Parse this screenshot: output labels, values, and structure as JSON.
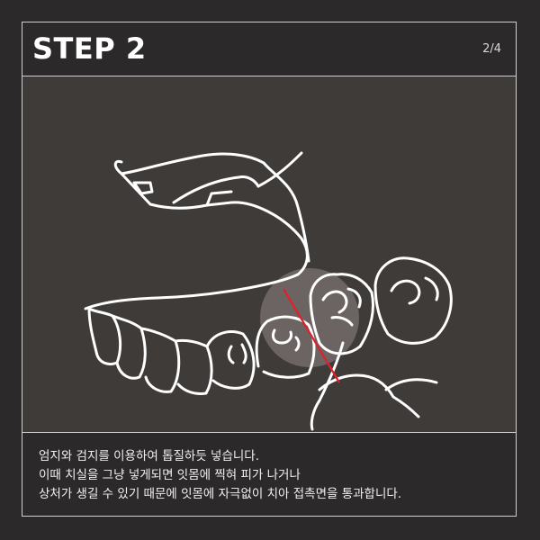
{
  "header": {
    "title": "STEP 2",
    "page_indicator": "2/4"
  },
  "illustration": {
    "icon": "flossing-teeth-illustration",
    "colors": {
      "background": "#3e3b39",
      "line": "#ffffff",
      "floss": "#e0202a",
      "highlight": "#6b6462"
    }
  },
  "caption": {
    "lines": [
      "엄지와 검지를 이용하여 톱질하듯 넣습니다.",
      "이때 치실을 그냥 넣게되면 잇몸에 찍혀 피가 나거나",
      "상처가 생길 수 있기 때문에 잇몸에 자극없이 치아 접촉면을 통과합니다."
    ]
  }
}
